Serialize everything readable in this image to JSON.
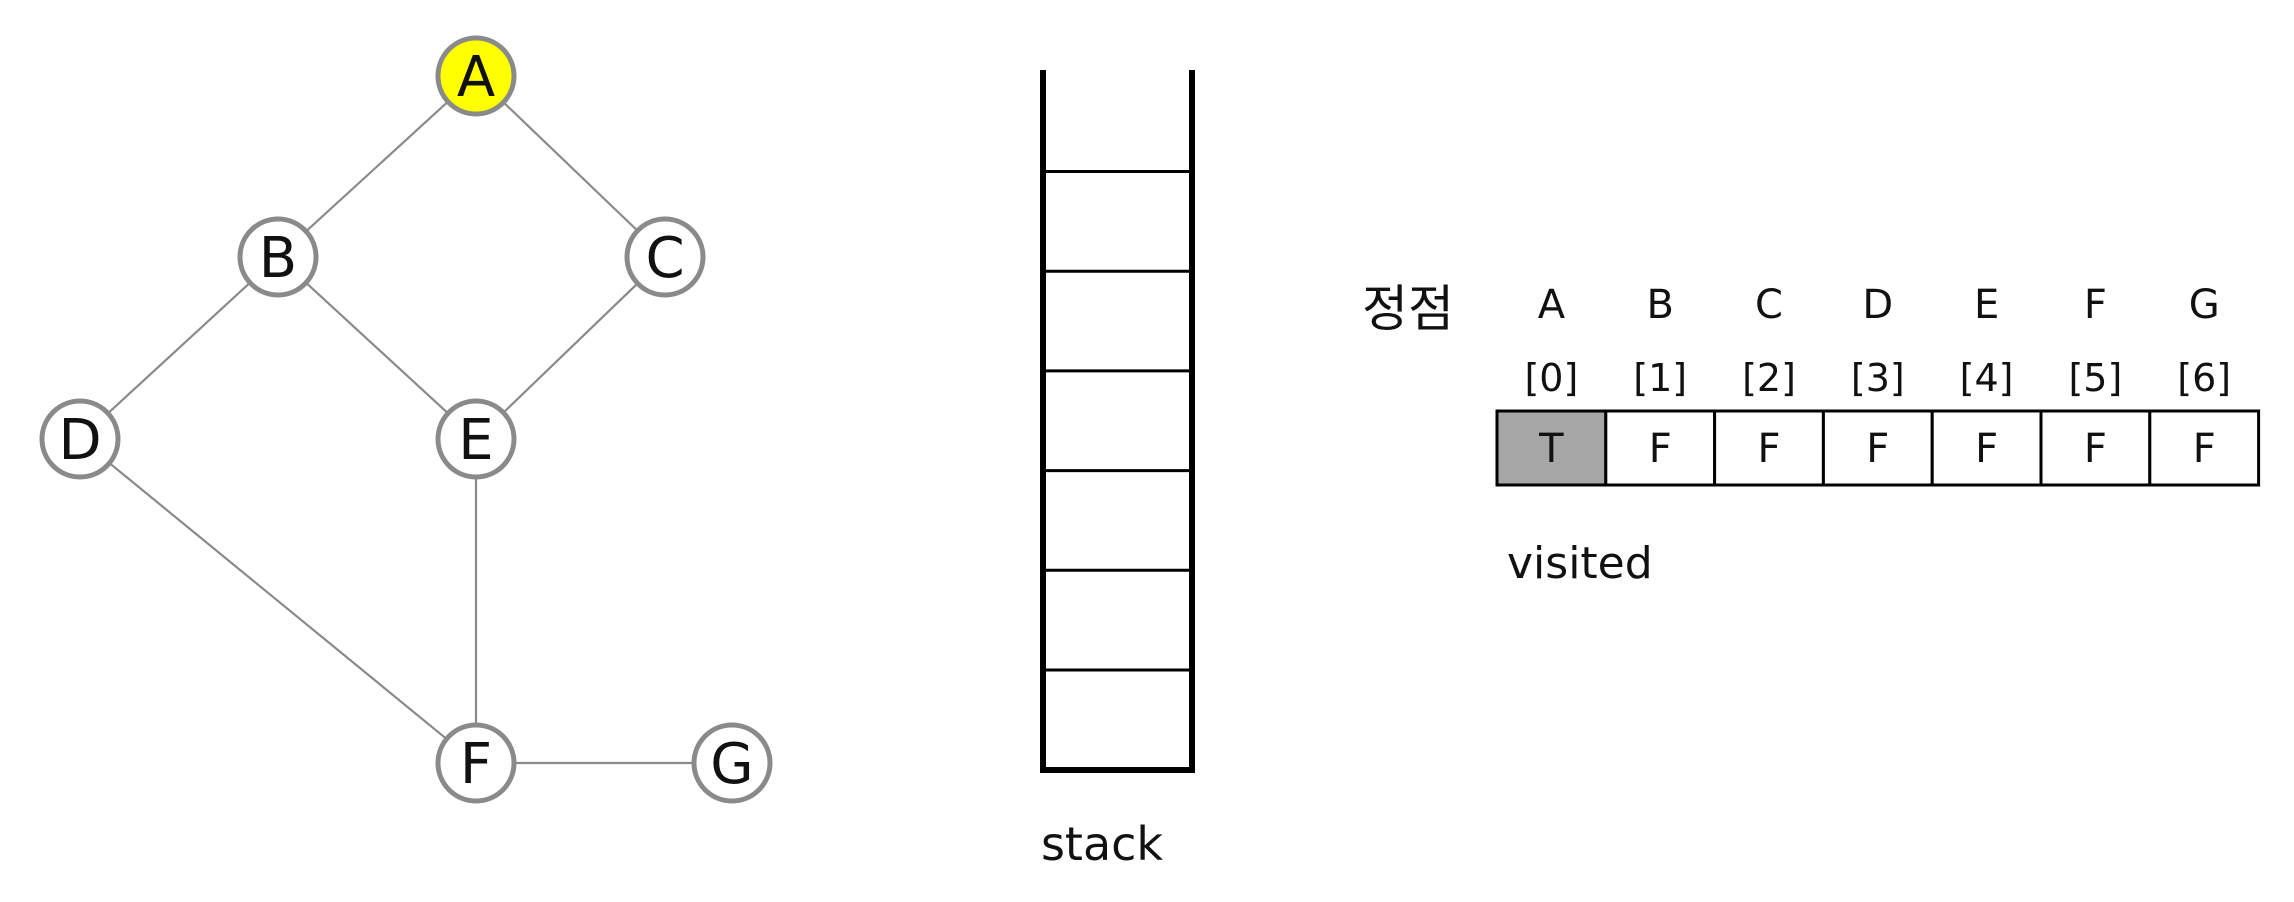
{
  "graph": {
    "nodes": [
      {
        "id": "A",
        "label": "A",
        "highlighted": true
      },
      {
        "id": "B",
        "label": "B",
        "highlighted": false
      },
      {
        "id": "C",
        "label": "C",
        "highlighted": false
      },
      {
        "id": "D",
        "label": "D",
        "highlighted": false
      },
      {
        "id": "E",
        "label": "E",
        "highlighted": false
      },
      {
        "id": "F",
        "label": "F",
        "highlighted": false
      },
      {
        "id": "G",
        "label": "G",
        "highlighted": false
      }
    ],
    "edges": [
      [
        "A",
        "B"
      ],
      [
        "A",
        "C"
      ],
      [
        "B",
        "D"
      ],
      [
        "B",
        "E"
      ],
      [
        "C",
        "E"
      ],
      [
        "D",
        "F"
      ],
      [
        "E",
        "F"
      ],
      [
        "F",
        "G"
      ]
    ],
    "highlight_color": "#ffff00",
    "node_stroke_color": "#8a8a8a",
    "edge_color": "#8a8a8a"
  },
  "stack": {
    "label": "stack",
    "slot_count": 6,
    "items": []
  },
  "visited": {
    "row_label": "정점",
    "vertices": [
      "A",
      "B",
      "C",
      "D",
      "E",
      "F",
      "G"
    ],
    "indices": [
      "[0]",
      "[1]",
      "[2]",
      "[3]",
      "[4]",
      "[5]",
      "[6]"
    ],
    "values": [
      "T",
      "F",
      "F",
      "F",
      "F",
      "F",
      "F"
    ],
    "array_label": "visited",
    "true_fill_color": "#a6a6a6"
  }
}
